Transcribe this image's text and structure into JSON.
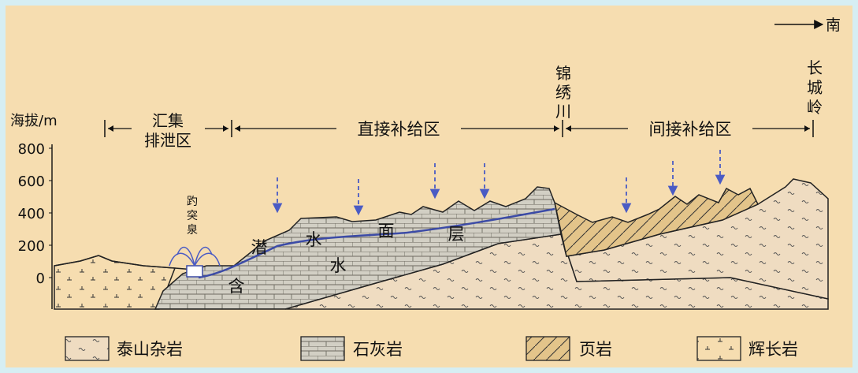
{
  "direction": "南",
  "axis": {
    "ylabel": "海拔/m",
    "ticks": [
      "800",
      "600",
      "400",
      "200",
      "0"
    ]
  },
  "zones": {
    "huiji": [
      "汇集",
      "排泄区"
    ],
    "direct": "直接补给区",
    "indirect": "间接补给区"
  },
  "places": {
    "jinxiuchuan": [
      "锦",
      "绣",
      "川"
    ],
    "changchengling": [
      "长",
      "城",
      "岭"
    ],
    "baotuquan": [
      "趵",
      "突",
      "泉"
    ]
  },
  "water_labels": {
    "qian": "潜",
    "shui1": "水",
    "mian": "面",
    "ceng": "层",
    "shui2": "水",
    "han": "含"
  },
  "legend": [
    {
      "label": "泰山杂岩"
    },
    {
      "label": "石灰岩"
    },
    {
      "label": "页岩"
    },
    {
      "label": "辉长岩"
    }
  ],
  "colors": {
    "background": "#d6eef3",
    "panel": "#f6ddb0",
    "limestone": "#d2cfc4",
    "taishan": "#efdcc1",
    "shale": "#e3c48a",
    "arrow": "#4a5bc4",
    "watertable": "#3c4ba6"
  }
}
